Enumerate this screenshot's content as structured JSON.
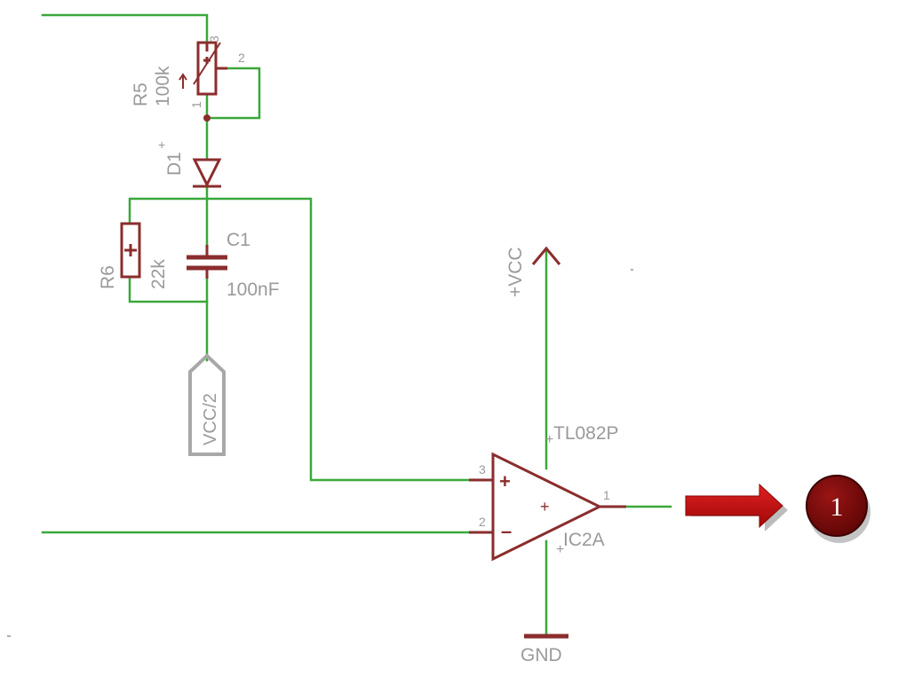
{
  "components": {
    "r5": {
      "ref": "R5",
      "value": "100k",
      "pin1": "1",
      "pin2": "2",
      "pin3": "3"
    },
    "d1": {
      "ref": "D1"
    },
    "r6": {
      "ref": "R6",
      "value": "22k"
    },
    "c1": {
      "ref": "C1",
      "value": "100nF"
    },
    "vcc_half": {
      "label": "VCC/2"
    },
    "vcc_supply": {
      "label": "+VCC"
    },
    "opamp": {
      "part": "TL082P",
      "ref": "IC2A",
      "pin_noninv": "3",
      "pin_inv": "2",
      "pin_out": "1"
    },
    "gnd": {
      "label": "GND"
    }
  },
  "annotation": {
    "number": "1",
    "arrow_color": "#c41414",
    "badge_color": "#7a0a0a"
  },
  "colors": {
    "wire": "#3aa83a",
    "component": "#8b2d2d",
    "label": "#9a9a9a"
  }
}
